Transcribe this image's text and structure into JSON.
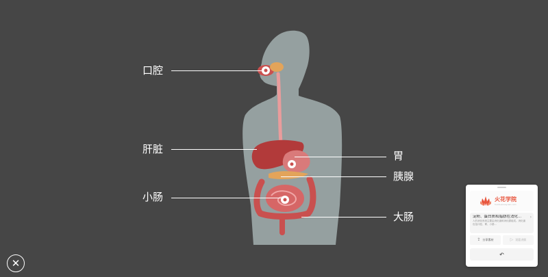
{
  "diagram": {
    "labels": {
      "mouth": "口腔",
      "liver": "肝脏",
      "small_intestine": "小肠",
      "stomach": "胃",
      "pancreas": "胰腺",
      "large_intestine": "大肠"
    }
  },
  "card": {
    "brand_name": "火花学院",
    "brand_sub": "huohuaxueyuan.com",
    "info_title": "淀粉、蛋白质和脂肪在消化...",
    "info_desc": "人的消化系统主要由消化道和消化腺组成。消化道包括口腔、胃、小肠...",
    "share_label": "分享素材",
    "play_label": "观看讲解",
    "back_icon": "↶"
  },
  "controls": {
    "close_icon": "✕"
  },
  "colors": {
    "background": "#464646",
    "silhouette": "#95a0a0",
    "organ": "#c9504f",
    "marker": "#ffffff",
    "brand": "#e8553d"
  }
}
